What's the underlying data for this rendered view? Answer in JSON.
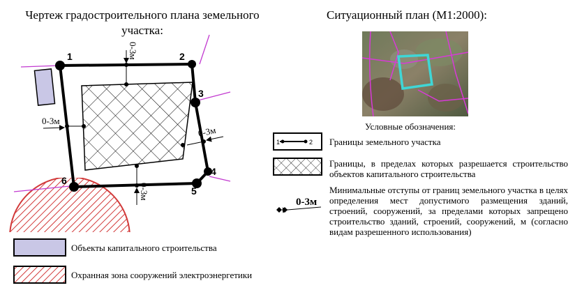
{
  "titles": {
    "plan": "Чертеж градостроительного плана земельного участка:",
    "situation": "Ситуационный план (М1:2000):"
  },
  "points": [
    "1",
    "2",
    "3",
    "4",
    "5",
    "6"
  ],
  "setback": "0-3м",
  "legend": {
    "caption": "Условные обозначения:",
    "boundary": "Границы земельного участка",
    "buildable": "Границы, в пределах которых разрешается строительство объектов капитального строительства",
    "setback_text": "Минимальные отступы от границ земельного участка в целях определения мест допустимого размещения зданий, строений, сооружений, за пределами которых запрещено строительство зданий, строений, сооружений, м (согласно видам разрешенного использования)",
    "capital": "Объекты капитального строительства",
    "zone": "Охранная зона сооружений электроэнергетики"
  },
  "colors": {
    "capital_fill": "#c9c7e6",
    "zone_hatch": "#d23a3a",
    "neighbor_line": "#c23ad0",
    "plot_outline": "#3fd6d6"
  },
  "icons": {
    "boundary_swatch_point_a": "1",
    "boundary_swatch_point_b": "2"
  }
}
